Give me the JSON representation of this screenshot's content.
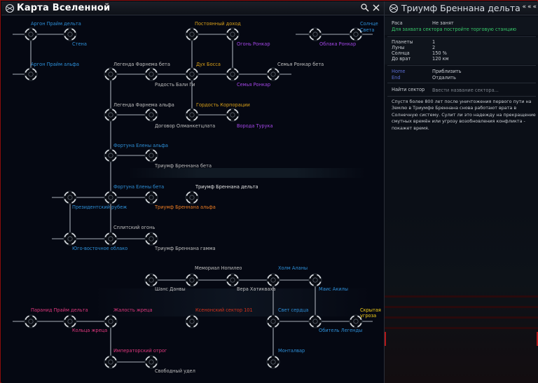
{
  "map": {
    "title": "Карта Вселенной",
    "nodes": [
      {
        "id": "argon_delta",
        "label": "Аргон Прайм дельта",
        "color": "#2d8fd8"
      },
      {
        "id": "stena",
        "label": "Стена",
        "color": "#2d8fd8"
      },
      {
        "id": "postoyanny",
        "label": "Постоянный доход",
        "color": "#d9a019"
      },
      {
        "id": "ogon",
        "label": "Огонь Ронкар",
        "color": "#a346e6"
      },
      {
        "id": "oblaka",
        "label": "Облака Ронкар",
        "color": "#a346e6"
      },
      {
        "id": "solnce_svet",
        "label": "Солнце Света",
        "color": "#2d8fd8"
      },
      {
        "id": "argon_alfa",
        "label": "Аргон Прайм альфа",
        "color": "#2d8fd8"
      },
      {
        "id": "legenda_beta",
        "label": "Легенда Фарнема бета",
        "color": "#bfbfbf"
      },
      {
        "id": "radost",
        "label": "Радость Бали Ги",
        "color": "#bfbfbf"
      },
      {
        "id": "duh",
        "label": "Дух Босса",
        "color": "#d9a019"
      },
      {
        "id": "semya_alfa",
        "label": "Семья Ронкар",
        "color": "#a346e6"
      },
      {
        "id": "semya_beta",
        "label": "Семья Ронкар бета",
        "color": "#bfbfbf"
      },
      {
        "id": "legenda_alfa",
        "label": "Легенда Фарнема альфа",
        "color": "#bfbfbf"
      },
      {
        "id": "dogovor",
        "label": "Договор Олманкетцлата",
        "color": "#bfbfbf"
      },
      {
        "id": "gordost",
        "label": "Гордость Корпорации",
        "color": "#d9a019"
      },
      {
        "id": "voroda",
        "label": "Ворода Турука",
        "color": "#a346e6"
      },
      {
        "id": "fortuna_alfa",
        "label": "Фортуна Елены альфа",
        "color": "#2d8fd8"
      },
      {
        "id": "triumf_beta",
        "label": "Триумф Бреннана бета",
        "color": "#bfbfbf"
      },
      {
        "id": "fortuna_beta",
        "label": "Фортуна Елены бета",
        "color": "#2d8fd8"
      },
      {
        "id": "triumf_delta",
        "label": "Триумф Бреннана дельта",
        "color": "#e6e6e6"
      },
      {
        "id": "prezident",
        "label": "Президентский рубеж",
        "color": "#2d8fd8"
      },
      {
        "id": "triumf_alfa",
        "label": "Триумф Бреннана альфа",
        "color": "#ef7d22"
      },
      {
        "id": "splitsky",
        "label": "Сплитский огонь",
        "color": "#bfbfbf"
      },
      {
        "id": "yugo",
        "label": "Юго-восточное облако",
        "color": "#2d8fd8"
      },
      {
        "id": "triumf_gamma",
        "label": "Триумф Бреннана гамма",
        "color": "#bfbfbf"
      },
      {
        "id": "memorial",
        "label": "Мемориал Нопилео",
        "color": "#bfbfbf"
      },
      {
        "id": "holm",
        "label": "Холм Аланы",
        "color": "#2d8fd8"
      },
      {
        "id": "shans",
        "label": "Шанс Данвы",
        "color": "#bfbfbf"
      },
      {
        "id": "vera",
        "label": "Вера Хатикваха",
        "color": "#bfbfbf"
      },
      {
        "id": "mais",
        "label": "Маис Акилы",
        "color": "#2d8fd8"
      },
      {
        "id": "paranid",
        "label": "Паранид Прайм дельта",
        "color": "#e0387e"
      },
      {
        "id": "zhalost",
        "label": "Жалость жреца",
        "color": "#e0387e"
      },
      {
        "id": "ksenon",
        "label": "Ксенонский сектор 101",
        "color": "#d8321c"
      },
      {
        "id": "svet",
        "label": "Свет сердца",
        "color": "#2d8fd8"
      },
      {
        "id": "skrytaya",
        "label": "Скрытая угроза",
        "color": "#f5d01a"
      },
      {
        "id": "kolca",
        "label": "Кольца жреца",
        "color": "#e0387e"
      },
      {
        "id": "obitel",
        "label": "Обитель Легенды",
        "color": "#2d8fd8"
      },
      {
        "id": "imperatorsky",
        "label": "Императорский отрог",
        "color": "#e0387e"
      },
      {
        "id": "montalvar",
        "label": "Монталвар",
        "color": "#2d8fd8"
      },
      {
        "id": "svobodny",
        "label": "Свободный удел",
        "color": "#bfbfbf"
      }
    ]
  },
  "info": {
    "title": "Триумф Бреннана дельта",
    "nav": [
      "«",
      "«",
      "«"
    ],
    "race_label": "Раса",
    "race_value": "Не занят",
    "station_hint": "Для захвата сектора постройте торговую станцию",
    "planets_label": "Планеты",
    "planets_value": "1",
    "moons_label": "Луны",
    "moons_value": "2",
    "sun_label": "Солнца",
    "sun_value": "150 %",
    "gate_label": "До врат",
    "gate_value": "120 км",
    "home_key": "Home",
    "home_action": "Приблизить",
    "end_key": "End",
    "end_action": "Отдалить",
    "search_label": "Найти сектор",
    "search_placeholder": "Ввести название сектора...",
    "description": "Спустя более 800 лет после уничтожения первого пути на Землю в Триумфе Бреннана снова работают врата в Солнечную систему. Сулит ли это надежду на прекращение смутных времён или угрозу возобновления конфликта - покажет время."
  }
}
